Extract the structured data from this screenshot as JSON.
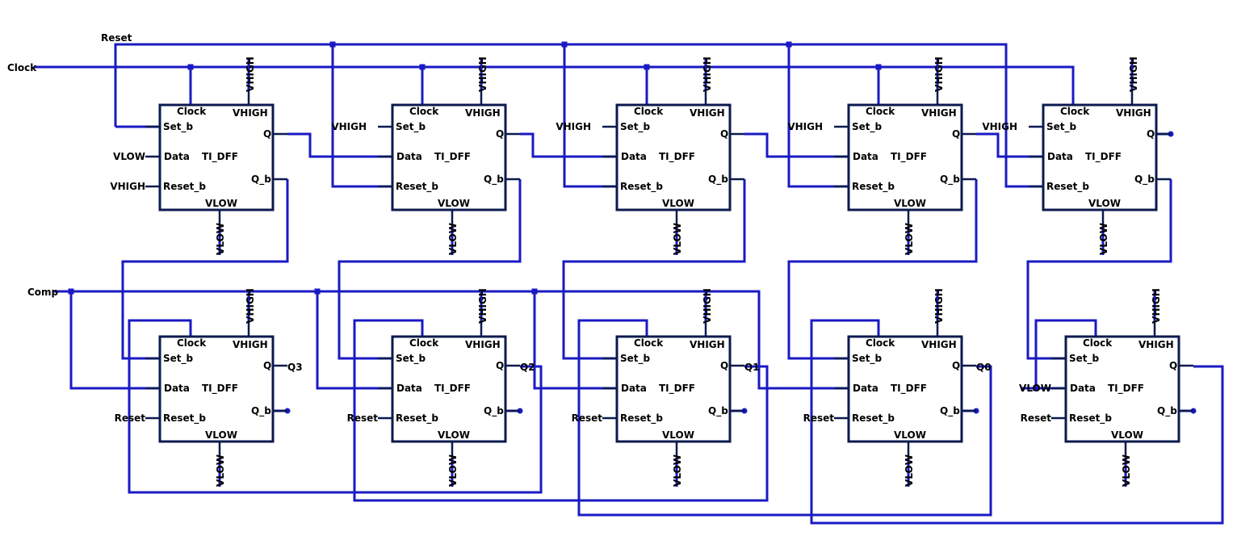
{
  "cell": {
    "name": "TI_DFF",
    "pins": {
      "clock": "Clock",
      "vhigh": "VHIGH",
      "set_b": "Set_b",
      "data": "Data",
      "reset_b": "Reset_b",
      "q": "Q",
      "q_b": "Q_b",
      "vlow": "VLOW"
    }
  },
  "top_row": [
    {
      "set_b": "",
      "data": "VLOW",
      "reset_b": "VHIGH"
    },
    {
      "set_b": "VHIGH",
      "data": "",
      "reset_b": ""
    },
    {
      "set_b": "VHIGH",
      "data": "",
      "reset_b": ""
    },
    {
      "set_b": "VHIGH",
      "data": "",
      "reset_b": ""
    },
    {
      "set_b": "VHIGH",
      "data": "",
      "reset_b": ""
    }
  ],
  "bottom_row": [
    {
      "data": "",
      "reset_b": "Reset",
      "q_out": "Q3"
    },
    {
      "data": "",
      "reset_b": "Reset",
      "q_out": "Q2"
    },
    {
      "data": "",
      "reset_b": "Reset",
      "q_out": "Q1"
    },
    {
      "data": "",
      "reset_b": "Reset",
      "q_out": "Q0"
    },
    {
      "data": "VLOW",
      "reset_b": "Reset",
      "q_out": ""
    }
  ],
  "nets": {
    "reset": "Reset",
    "clock": "Clock",
    "comp": "Comp"
  },
  "colors": {
    "wire": "#1a1ac4",
    "symbol": "#0b1a4f",
    "text": "#000000",
    "background": "#ffffff"
  }
}
